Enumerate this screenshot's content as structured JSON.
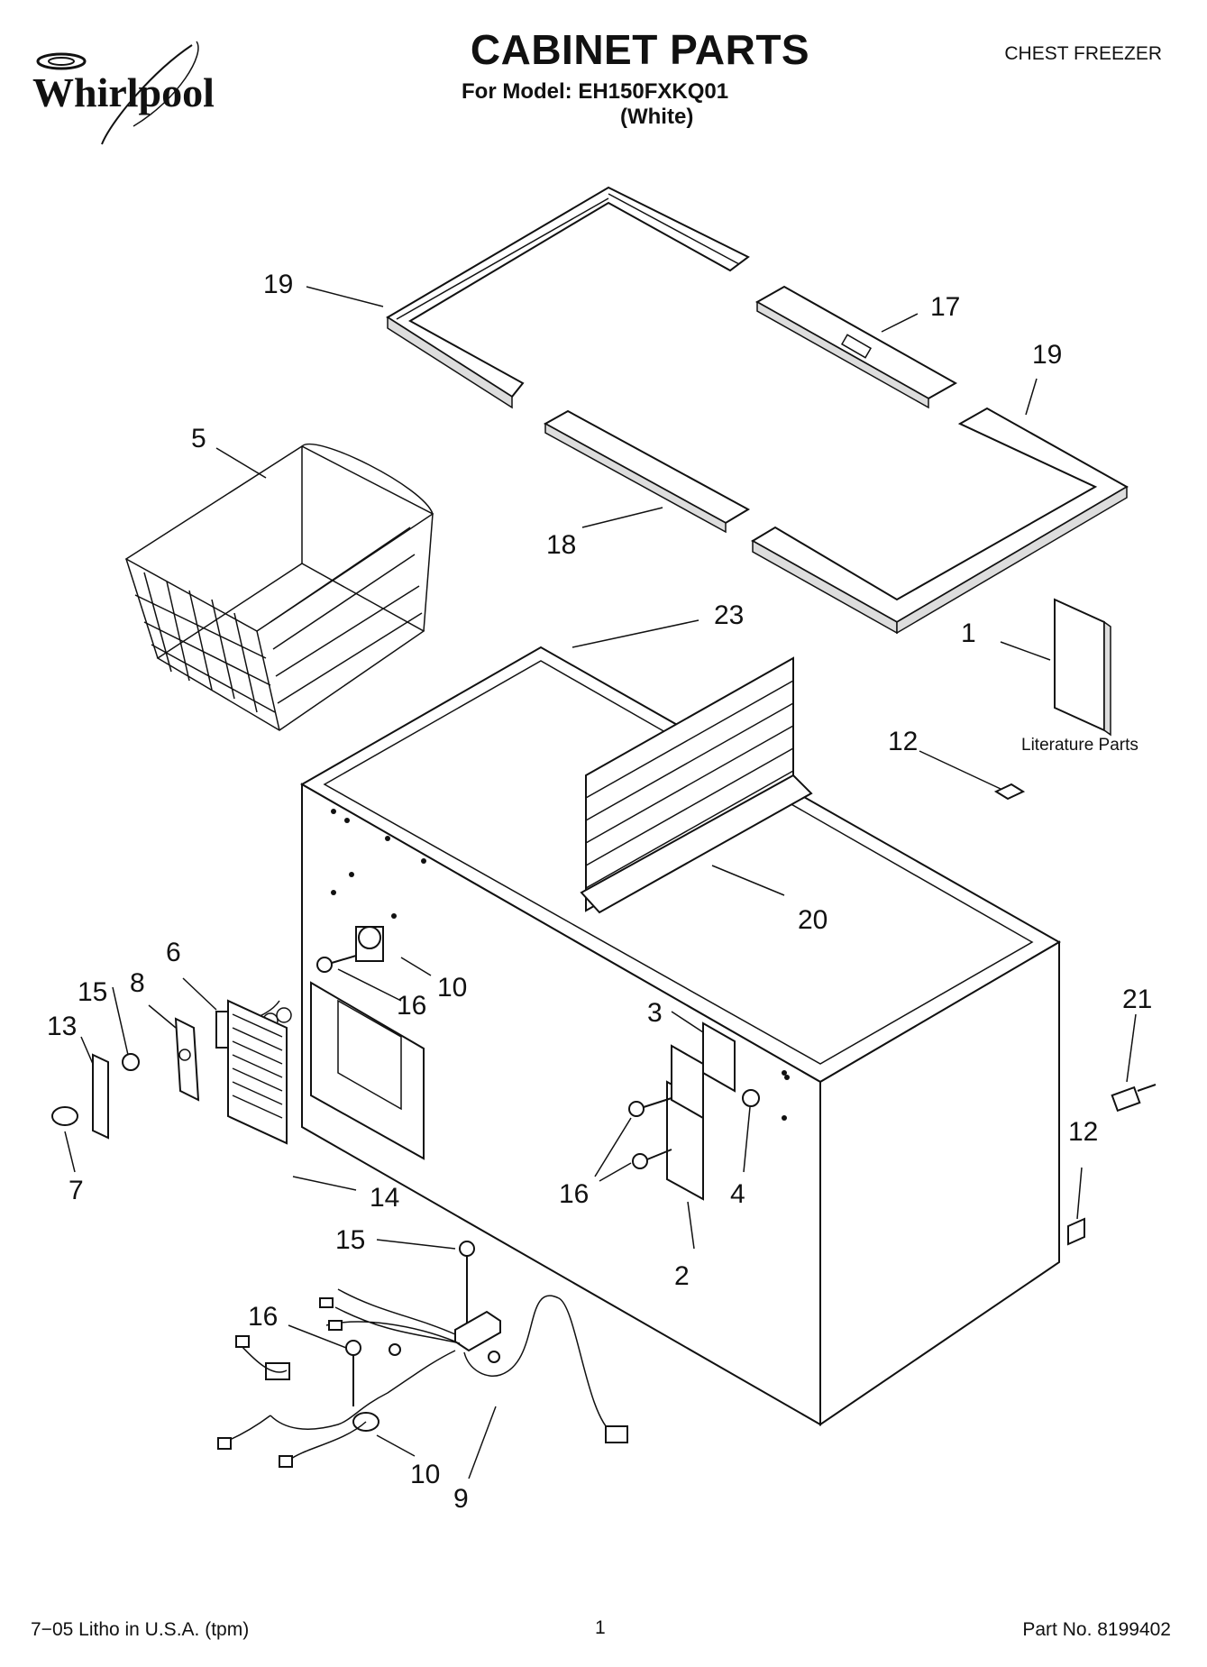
{
  "header": {
    "brand": "Whirlpool",
    "title": "CABINET PARTS",
    "model": "For Model: EH150FXKQ01",
    "color": "(White)",
    "category": "CHEST FREEZER"
  },
  "callouts": {
    "c19a": "19",
    "c17": "17",
    "c19b": "19",
    "c5": "5",
    "c18": "18",
    "c23": "23",
    "c1": "1",
    "c12a": "12",
    "c20": "20",
    "c6": "6",
    "c10a": "10",
    "c16a": "16",
    "c15a": "15",
    "c8": "8",
    "c13": "13",
    "c3": "3",
    "c21": "21",
    "c7": "7",
    "c14": "14",
    "c16b": "16",
    "c4": "4",
    "c12b": "12",
    "c2": "2",
    "c15b": "15",
    "c16c": "16",
    "c10b": "10",
    "c9": "9"
  },
  "literature_label": "Literature Parts",
  "footer": {
    "litho": "7−05 Litho in U.S.A. (tpm)",
    "page": "1",
    "part_no": "Part No. 8199402"
  }
}
